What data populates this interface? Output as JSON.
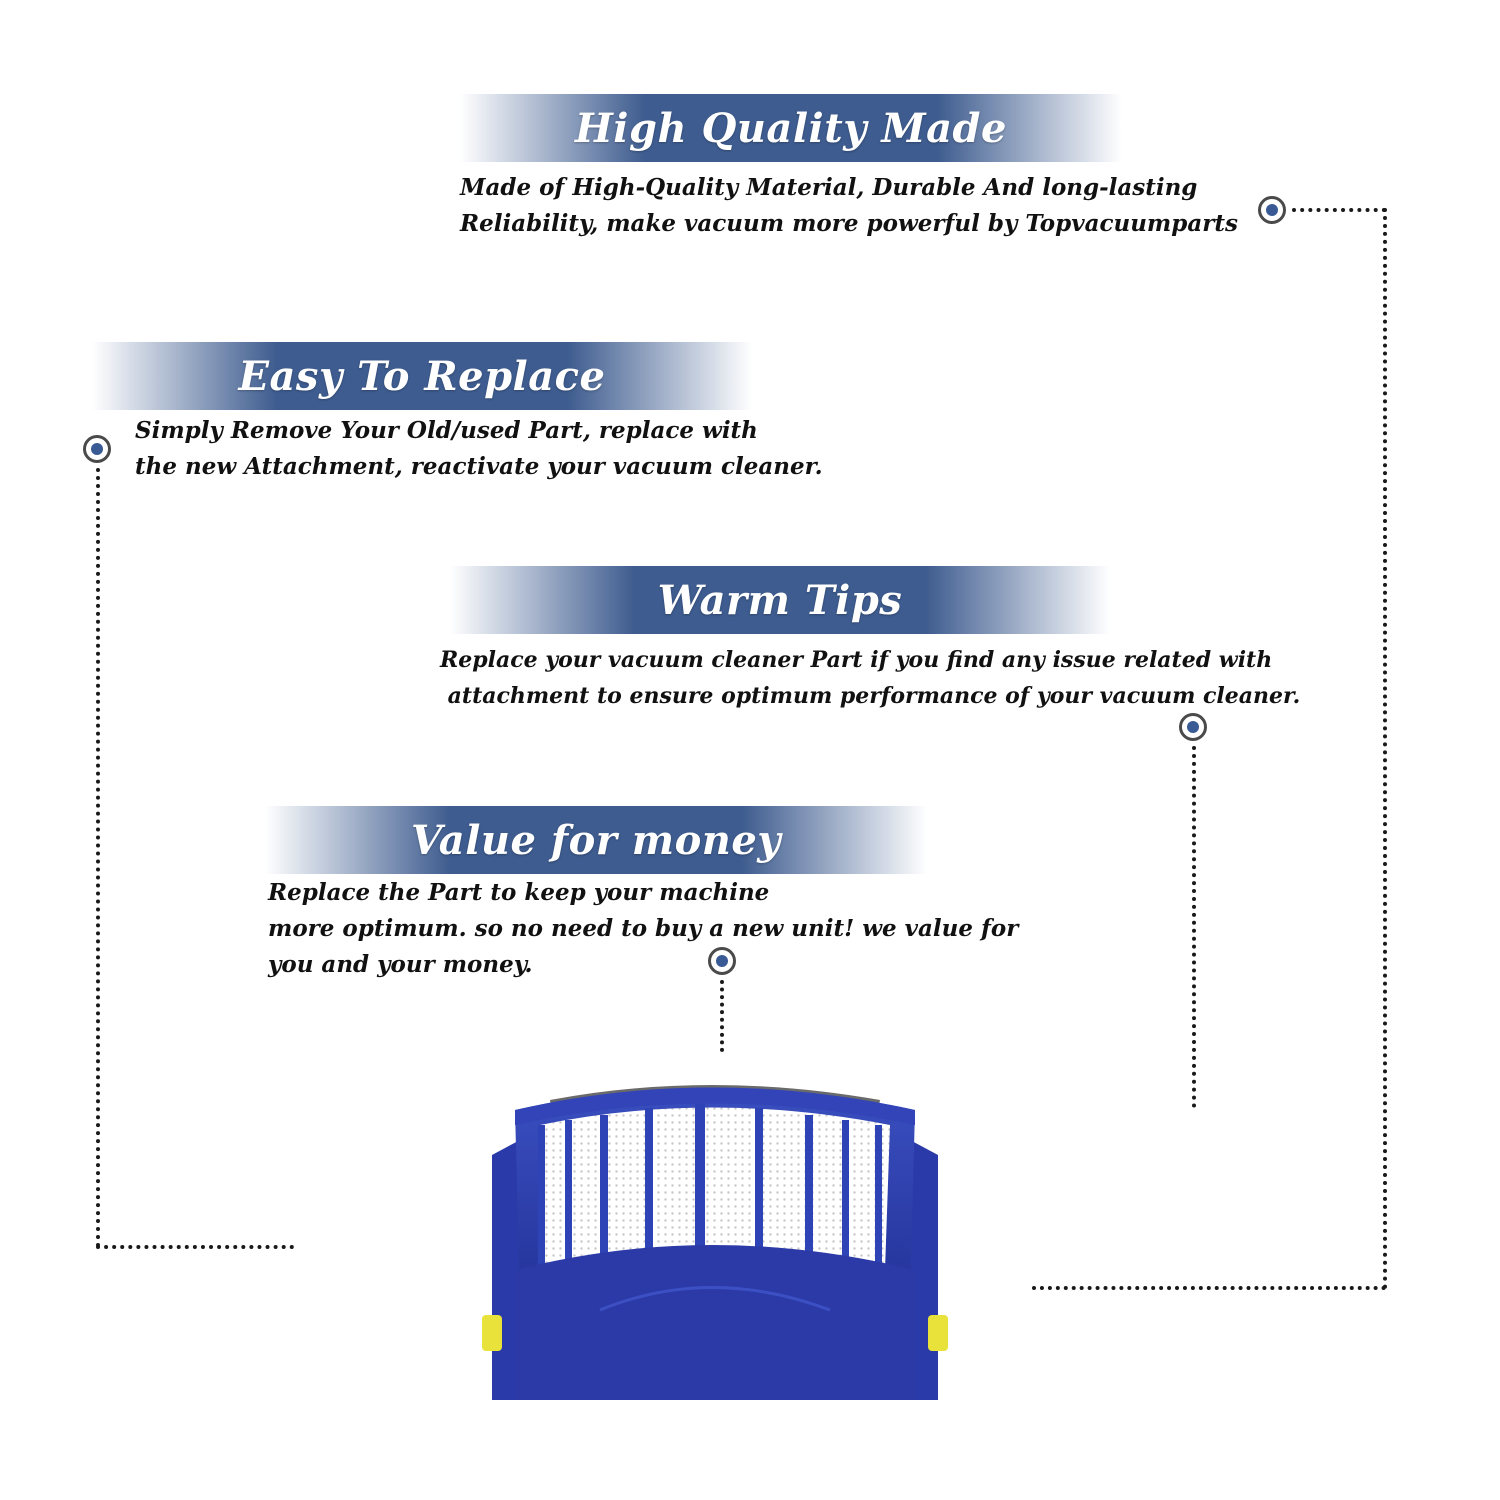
{
  "features": [
    {
      "title": "High Quality Made",
      "lines": [
        "Made of  High-Quality Material, Durable And long-lasting",
        "Reliability, make vacuum more powerful by Topvacuumparts"
      ]
    },
    {
      "title": "Easy To Replace",
      "lines": [
        "Simply Remove Your Old/used Part, replace with",
        "the new Attachment, reactivate your vacuum cleaner."
      ]
    },
    {
      "title": "Warm Tips",
      "lines": [
        "Replace your vacuum cleaner Part if you find any issue related with",
        " attachment to ensure optimum performance of your vacuum cleaner."
      ]
    },
    {
      "title": "Value for money",
      "lines": [
        "Replace the Part to keep your machine",
        "more optimum. so no need to buy a new unit! we value for",
        "you and your money."
      ]
    }
  ],
  "colors": {
    "banner_blue": "#3e5c8f",
    "marker_fill": "#3a5a96",
    "product_blue": "#2a3c9e",
    "product_accent": "#e8e23a"
  },
  "icons": [
    "target-marker-icon",
    "vacuum-filter-image"
  ]
}
